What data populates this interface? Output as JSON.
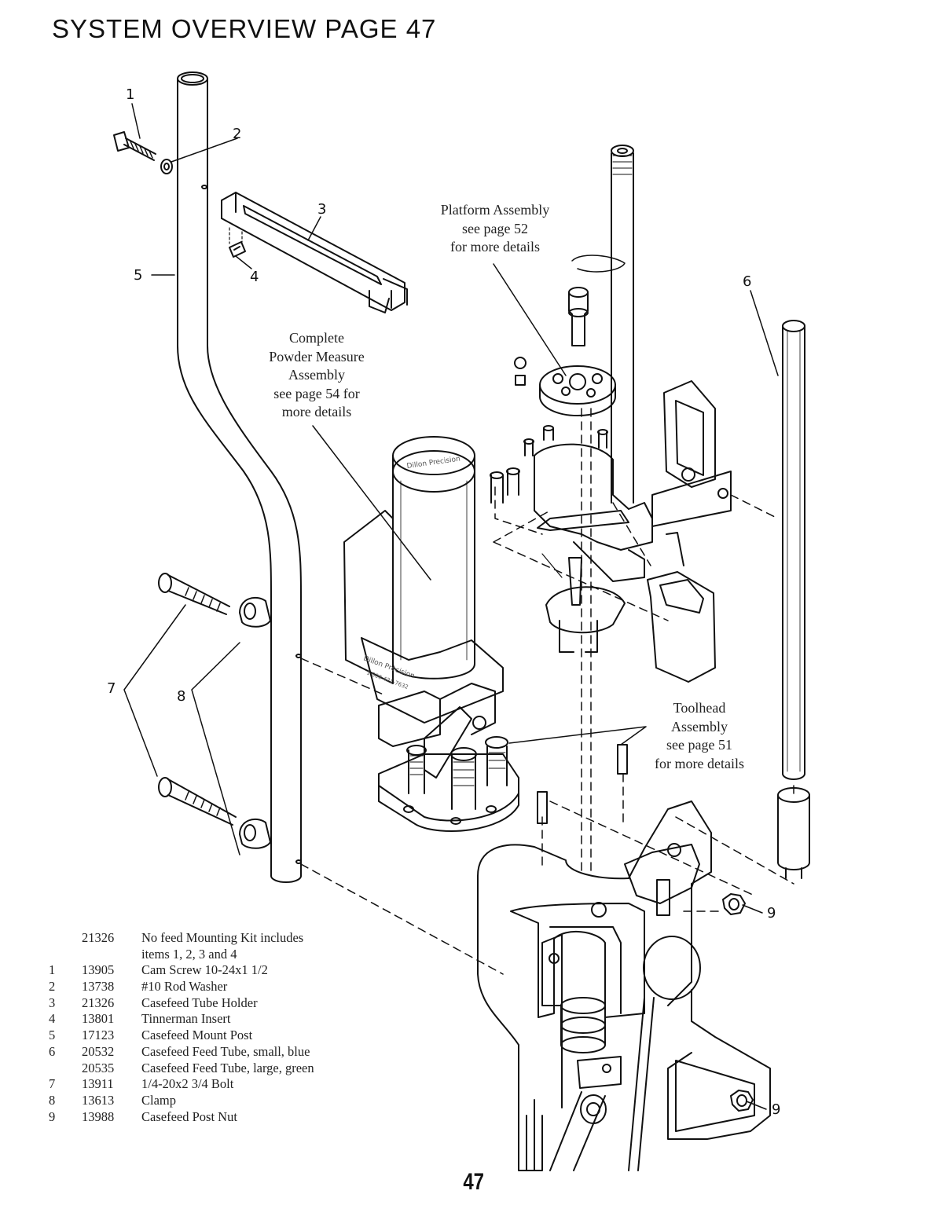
{
  "page": {
    "title": "SYSTEM OVERVIEW PAGE 47",
    "page_number": "47"
  },
  "callouts": {
    "c1": "1",
    "c2": "2",
    "c3": "3",
    "c4": "4",
    "c5": "5",
    "c6": "6",
    "c7": "7",
    "c8": "8",
    "c9a": "9",
    "c9b": "9"
  },
  "notes": {
    "platform": [
      "Platform Assembly",
      "see page 52",
      "for more details"
    ],
    "powder": [
      "Complete",
      "Powder Measure",
      "Assembly",
      "see page 54 for",
      "more details"
    ],
    "toolhead": [
      "Toolhead",
      "Assembly",
      "see page 51",
      "for more details"
    ]
  },
  "parts_list": [
    {
      "item": "",
      "part": "21326",
      "desc": "No feed Mounting Kit includes"
    },
    {
      "item": "",
      "part": "",
      "desc": "items 1, 2, 3 and 4"
    },
    {
      "item": "1",
      "part": "13905",
      "desc": "Cam Screw 10-24x1 1/2"
    },
    {
      "item": "2",
      "part": "13738",
      "desc": "#10 Rod Washer"
    },
    {
      "item": "3",
      "part": "21326",
      "desc": "Casefeed Tube Holder"
    },
    {
      "item": "4",
      "part": "13801",
      "desc": "Tinnerman Insert"
    },
    {
      "item": "5",
      "part": "17123",
      "desc": "Casefeed Mount Post"
    },
    {
      "item": "6",
      "part": "20532",
      "desc": "Casefeed Feed Tube, small, blue"
    },
    {
      "item": "",
      "part": "20535",
      "desc": "Casefeed Feed Tube, large, green"
    },
    {
      "item": "7",
      "part": "13911",
      "desc": "1/4-20x2 3/4 Bolt"
    },
    {
      "item": "8",
      "part": "13613",
      "desc": "Clamp"
    },
    {
      "item": "9",
      "part": "13988",
      "desc": "Casefeed Post Nut"
    }
  ],
  "logo_text": [
    "Dillon",
    "Precision",
    "1 800 421-7632"
  ]
}
